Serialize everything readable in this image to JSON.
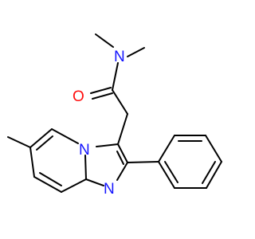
{
  "molecule": {
    "atoms": {
      "amide_n": {
        "label": "N",
        "color": "#1414ff"
      },
      "amide_o": {
        "label": "O",
        "color": "#ff0d0d"
      },
      "bridge_n": {
        "label": "N",
        "color": "#1414ff"
      },
      "ring_n": {
        "label": "N",
        "color": "#1414ff"
      }
    },
    "bond_color": "#000000"
  }
}
